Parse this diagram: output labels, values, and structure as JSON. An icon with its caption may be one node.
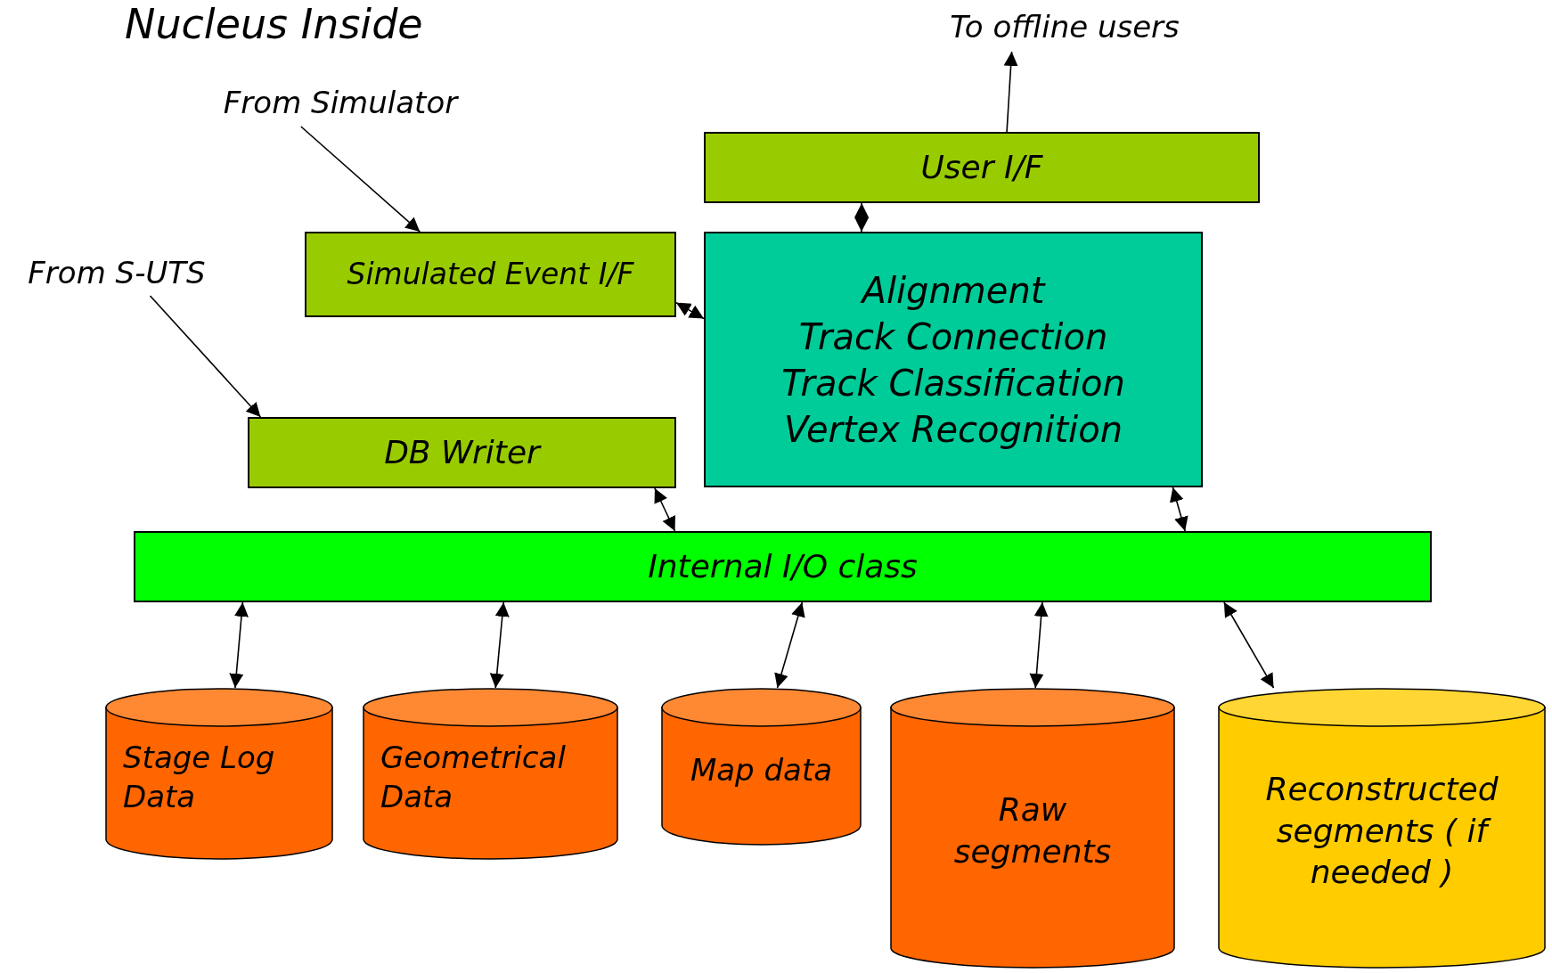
{
  "diagram": {
    "title": "Nucleus Inside",
    "nodes": [
      {
        "text": [
          "To offline users"
        ]
      },
      {
        "text": [
          "From Simulator"
        ]
      },
      {
        "text": [
          "User I/F"
        ]
      },
      {
        "text": [
          "Simulated Event I/F"
        ]
      },
      {
        "text": [
          "Alignment",
          "Track Connection",
          "Track Classification",
          "Vertex Recognition"
        ]
      },
      {
        "text": [
          "From S-UTS"
        ]
      },
      {
        "text": [
          "DB Writer"
        ]
      },
      {
        "text": [
          "Internal I/O class"
        ]
      },
      {
        "text": [
          "Stage Log Data"
        ]
      },
      {
        "text": [
          "Geometrical Data"
        ]
      },
      {
        "text": [
          "Map data"
        ]
      },
      {
        "text": [
          "Raw segments"
        ]
      },
      {
        "text": [
          "Reconstructed segments ( if needed )"
        ]
      }
    ],
    "edges": [
      {
        "from": 2,
        "to": 0,
        "arrow": "to"
      },
      {
        "from": 1,
        "to": 3,
        "arrow": "to"
      },
      {
        "from": 2,
        "to": 4,
        "arrow": "both"
      },
      {
        "from": 3,
        "to": 4,
        "arrow": "both"
      },
      {
        "from": 5,
        "to": 6,
        "arrow": "to"
      },
      {
        "from": 6,
        "to": 7,
        "arrow": "both"
      },
      {
        "from": 4,
        "to": 7,
        "arrow": "both"
      },
      {
        "from": 7,
        "to": 8,
        "arrow": "both"
      },
      {
        "from": 7,
        "to": 9,
        "arrow": "both"
      },
      {
        "from": 7,
        "to": 10,
        "arrow": "both"
      },
      {
        "from": 7,
        "to": 11,
        "arrow": "both"
      },
      {
        "from": 7,
        "to": 12,
        "arrow": "both"
      }
    ]
  }
}
